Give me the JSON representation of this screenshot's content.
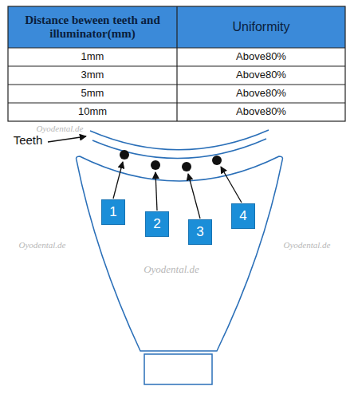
{
  "diagram": {
    "nodes": [
      {
        "text": [
          "1"
        ]
      },
      {
        "text": [
          "2"
        ]
      },
      {
        "text": [
          "3"
        ]
      },
      {
        "text": [
          "4"
        ]
      }
    ],
    "labels": [
      "Distance beween teeth and illuminator(mm)",
      "Uniformity",
      "1mm",
      "Above80%",
      "3mm",
      "Above80%",
      "5mm",
      "Above80%",
      "10mm",
      "Above80%",
      "Teeth",
      "Oyodental.de",
      "Oyodental.de",
      "Oyodental.de",
      "Oyodental.de"
    ]
  }
}
